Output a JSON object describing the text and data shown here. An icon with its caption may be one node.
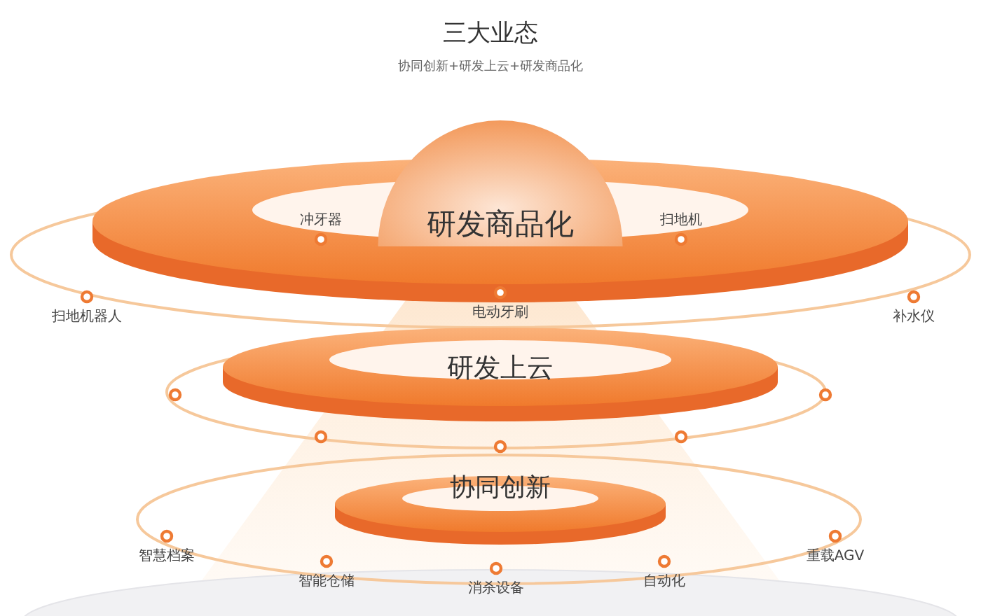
{
  "diagram": {
    "title": "三大业态",
    "nodes": [
      {
        "text": [
          "研发商品化"
        ]
      },
      {
        "text": [
          "研发上云"
        ]
      },
      {
        "text": [
          "协同创新"
        ]
      }
    ],
    "labels": [
      "协同创新+研发上云+研发商品化",
      "冲牙器",
      "扫地机",
      "扫地机器人",
      "电动牙刷",
      "补水仪",
      "智慧档案",
      "智能仓储",
      "消杀设备",
      "自动化",
      "重载AGV"
    ]
  }
}
